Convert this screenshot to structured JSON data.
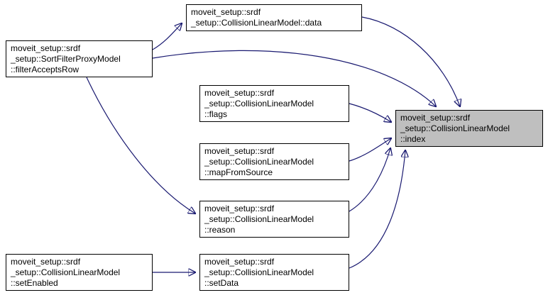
{
  "diagram": {
    "type": "doxygen-call-graph",
    "colors": {
      "edge": "#191970",
      "node_border": "#000000",
      "node_fill": "#ffffff",
      "highlight_fill": "#bfbfbf"
    },
    "nodes": {
      "data": {
        "lines": [
          "moveit_setup::srdf",
          "_setup::CollisionLinearModel::data"
        ],
        "highlighted": false
      },
      "filterAcceptsRow": {
        "lines": [
          "moveit_setup::srdf",
          "_setup::SortFilterProxyModel",
          "::filterAcceptsRow"
        ],
        "highlighted": false
      },
      "flags": {
        "lines": [
          "moveit_setup::srdf",
          "_setup::CollisionLinearModel",
          "::flags"
        ],
        "highlighted": false
      },
      "index": {
        "lines": [
          "moveit_setup::srdf",
          "_setup::CollisionLinearModel",
          "::index"
        ],
        "highlighted": true
      },
      "mapFromSource": {
        "lines": [
          "moveit_setup::srdf",
          "_setup::CollisionLinearModel",
          "::mapFromSource"
        ],
        "highlighted": false
      },
      "reason": {
        "lines": [
          "moveit_setup::srdf",
          "_setup::CollisionLinearModel",
          "::reason"
        ],
        "highlighted": false
      },
      "setData": {
        "lines": [
          "moveit_setup::srdf",
          "_setup::CollisionLinearModel",
          "::setData"
        ],
        "highlighted": false
      },
      "setEnabled": {
        "lines": [
          "moveit_setup::srdf",
          "_setup::CollisionLinearModel",
          "::setEnabled"
        ],
        "highlighted": false
      }
    },
    "edges": [
      {
        "from": "filterAcceptsRow",
        "to": "data"
      },
      {
        "from": "filterAcceptsRow",
        "to": "index"
      },
      {
        "from": "filterAcceptsRow",
        "to": "reason"
      },
      {
        "from": "data",
        "to": "index"
      },
      {
        "from": "flags",
        "to": "index"
      },
      {
        "from": "mapFromSource",
        "to": "index"
      },
      {
        "from": "reason",
        "to": "index"
      },
      {
        "from": "setData",
        "to": "index"
      },
      {
        "from": "setEnabled",
        "to": "setData"
      }
    ]
  }
}
